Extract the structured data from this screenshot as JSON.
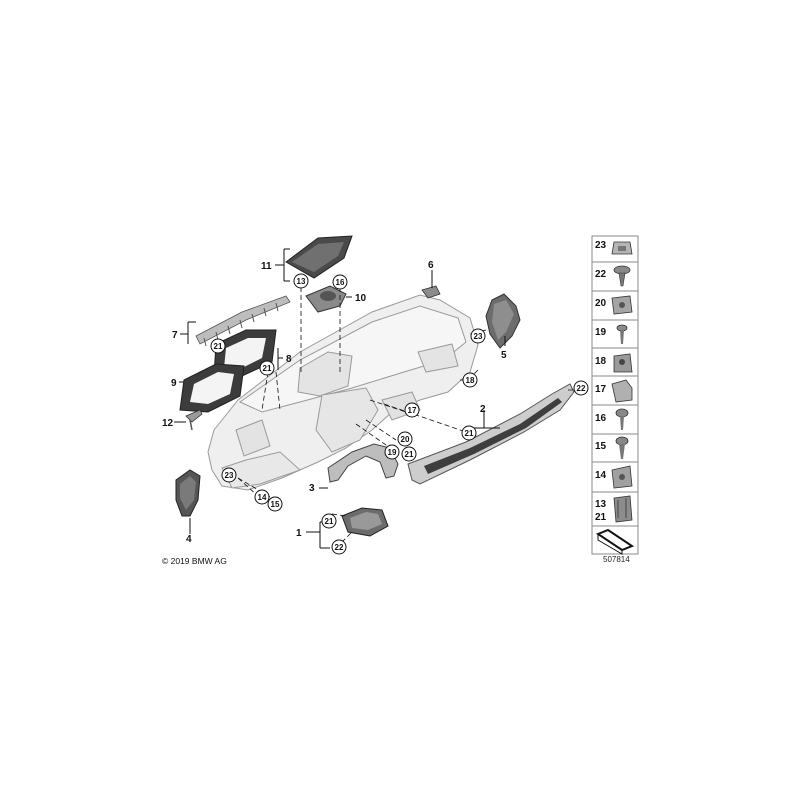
{
  "copyright": "© 2019 BMW AG",
  "diagram_id": "507814",
  "callouts": [
    {
      "label": "1"
    },
    {
      "label": "2"
    },
    {
      "label": "3"
    },
    {
      "label": "4"
    },
    {
      "label": "5"
    },
    {
      "label": "6"
    },
    {
      "label": "7"
    },
    {
      "label": "8"
    },
    {
      "label": "9"
    },
    {
      "label": "10"
    },
    {
      "label": "11"
    },
    {
      "label": "12"
    }
  ],
  "circled_callouts": [
    {
      "label": "13"
    },
    {
      "label": "16"
    },
    {
      "label": "21"
    },
    {
      "label": "21"
    },
    {
      "label": "23"
    },
    {
      "label": "18"
    },
    {
      "label": "17"
    },
    {
      "label": "21"
    },
    {
      "label": "20"
    },
    {
      "label": "19"
    },
    {
      "label": "21"
    },
    {
      "label": "22"
    },
    {
      "label": "23"
    },
    {
      "label": "14"
    },
    {
      "label": "15"
    },
    {
      "label": "21"
    },
    {
      "label": "22"
    }
  ],
  "legend": [
    {
      "label": "23",
      "icon": "clip-nut-icon"
    },
    {
      "label": "22",
      "icon": "screw-icon"
    },
    {
      "label": "20",
      "icon": "spring-nut-icon"
    },
    {
      "label": "19",
      "icon": "screw-icon"
    },
    {
      "label": "18",
      "icon": "expanding-nut-icon"
    },
    {
      "label": "17",
      "icon": "bracket-clip-icon"
    },
    {
      "label": "16",
      "icon": "screw-icon"
    },
    {
      "label": "15",
      "icon": "screw-icon"
    },
    {
      "label": "14",
      "icon": "clip-nut-icon"
    },
    {
      "label": "13",
      "label2": "21",
      "icon": "clip-icon"
    },
    {
      "label": "",
      "icon": "sealing-strip-icon"
    }
  ]
}
